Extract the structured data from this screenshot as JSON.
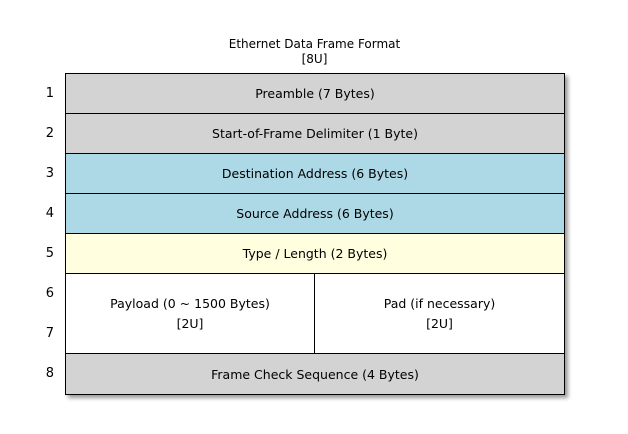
{
  "header": {
    "title": "Ethernet Data Frame Format",
    "subtitle": "[8U]"
  },
  "colors": {
    "cell_gray": "#d3d3d3",
    "cell_blue": "#add8e6",
    "cell_yellow": "#ffffe0",
    "cell_white": "#ffffff",
    "border": "#000000",
    "shadow": "#9a9a9a",
    "background": "#ffffff"
  },
  "row_numbers": [
    "1",
    "2",
    "3",
    "4",
    "5",
    "6",
    "7",
    "8"
  ],
  "fields": [
    {
      "label": "Preamble (7 Bytes)"
    },
    {
      "label": "Start-of-Frame Delimiter (1 Byte)"
    },
    {
      "label": "Destination Address (6 Bytes)"
    },
    {
      "label": "Source Address (6 Bytes)"
    },
    {
      "label": "Type / Length (2 Bytes)"
    },
    {
      "label": "Payload (0 ~ 1500 Bytes)",
      "sublabel": "[2U]"
    },
    {
      "label": "Pad (if necessary)",
      "sublabel": "[2U]"
    },
    {
      "label": "Frame Check Sequence (4 Bytes)"
    }
  ]
}
